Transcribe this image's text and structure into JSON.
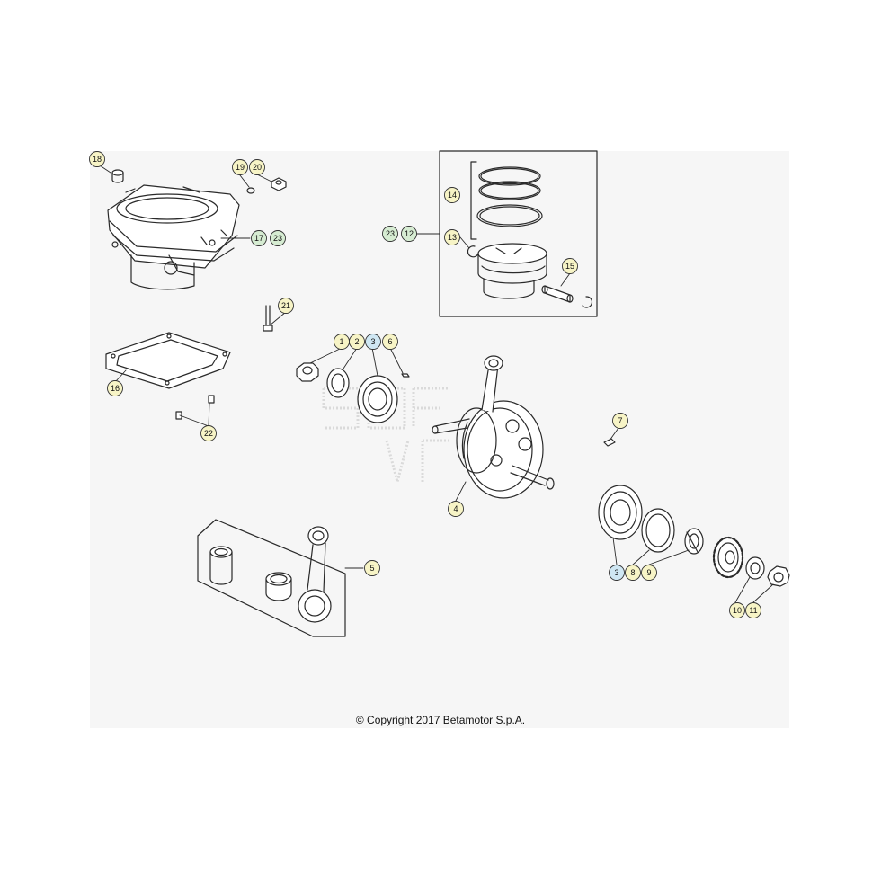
{
  "colors": {
    "panel": "#f6f6f6",
    "line": "#2a2a2a",
    "callout_yellow": "#f7f4c6",
    "callout_green": "#d6ecd2",
    "callout_blue": "#cfe7f3",
    "watermark": "#dcdcdc"
  },
  "callouts": [
    {
      "id": "c18",
      "label": "18",
      "color": "callout_yellow"
    },
    {
      "id": "c19",
      "label": "19",
      "color": "callout_yellow"
    },
    {
      "id": "c20",
      "label": "20",
      "color": "callout_yellow"
    },
    {
      "id": "c17",
      "label": "17",
      "color": "callout_green"
    },
    {
      "id": "c23a",
      "label": "23",
      "color": "callout_green"
    },
    {
      "id": "c21",
      "label": "21",
      "color": "callout_yellow"
    },
    {
      "id": "c16",
      "label": "16",
      "color": "callout_yellow"
    },
    {
      "id": "c22",
      "label": "22",
      "color": "callout_yellow"
    },
    {
      "id": "c1",
      "label": "1",
      "color": "callout_yellow"
    },
    {
      "id": "c2",
      "label": "2",
      "color": "callout_yellow"
    },
    {
      "id": "c3a",
      "label": "3",
      "color": "callout_blue"
    },
    {
      "id": "c6",
      "label": "6",
      "color": "callout_yellow"
    },
    {
      "id": "c14",
      "label": "14",
      "color": "callout_yellow"
    },
    {
      "id": "c23b",
      "label": "23",
      "color": "callout_green"
    },
    {
      "id": "c12",
      "label": "12",
      "color": "callout_green"
    },
    {
      "id": "c13",
      "label": "13",
      "color": "callout_yellow"
    },
    {
      "id": "c15",
      "label": "15",
      "color": "callout_yellow"
    },
    {
      "id": "c4",
      "label": "4",
      "color": "callout_yellow"
    },
    {
      "id": "c7",
      "label": "7",
      "color": "callout_yellow"
    },
    {
      "id": "c5",
      "label": "5",
      "color": "callout_yellow"
    },
    {
      "id": "c3b",
      "label": "3",
      "color": "callout_blue"
    },
    {
      "id": "c8",
      "label": "8",
      "color": "callout_yellow"
    },
    {
      "id": "c9",
      "label": "9",
      "color": "callout_yellow"
    },
    {
      "id": "c10",
      "label": "10",
      "color": "callout_yellow"
    },
    {
      "id": "c11",
      "label": "11",
      "color": "callout_yellow"
    }
  ],
  "copyright": "© Copyright 2017 Betamotor S.p.A."
}
